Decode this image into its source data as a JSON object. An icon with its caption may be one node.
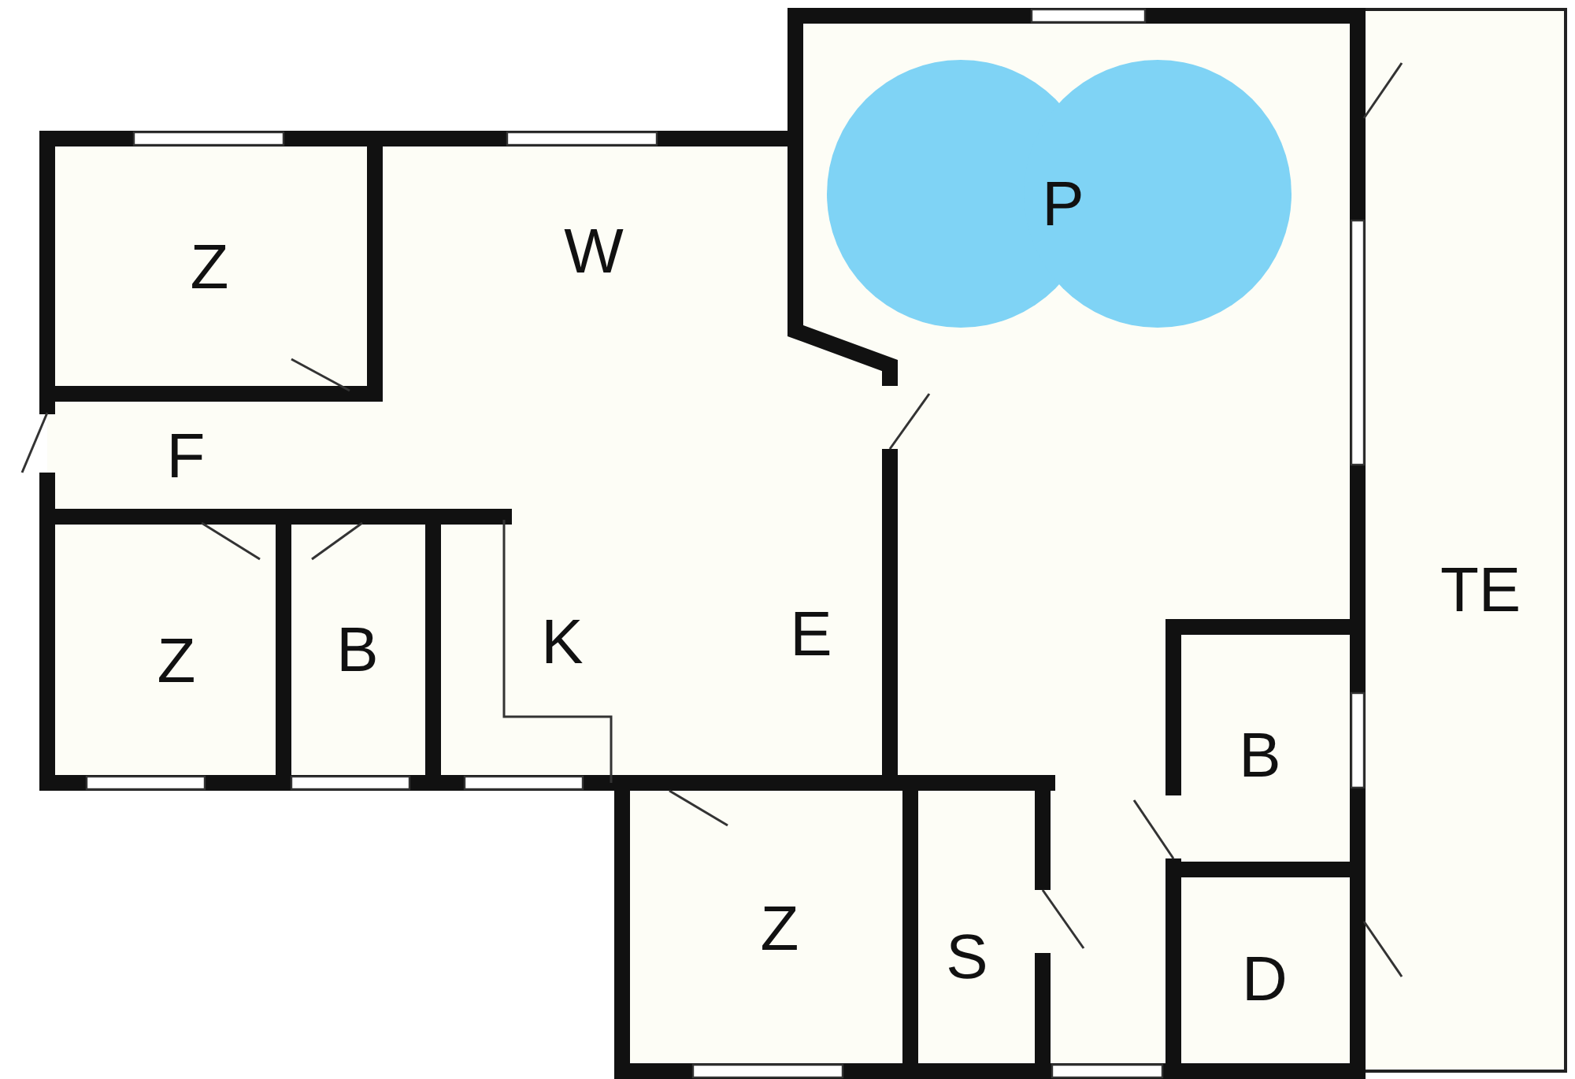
{
  "diagram": {
    "nodes": [
      {
        "text": [
          "P"
        ]
      }
    ],
    "labels": [
      "Z",
      "W",
      "F",
      "Z",
      "B",
      "K",
      "E",
      "TE",
      "B",
      "Z",
      "S",
      "D"
    ]
  }
}
